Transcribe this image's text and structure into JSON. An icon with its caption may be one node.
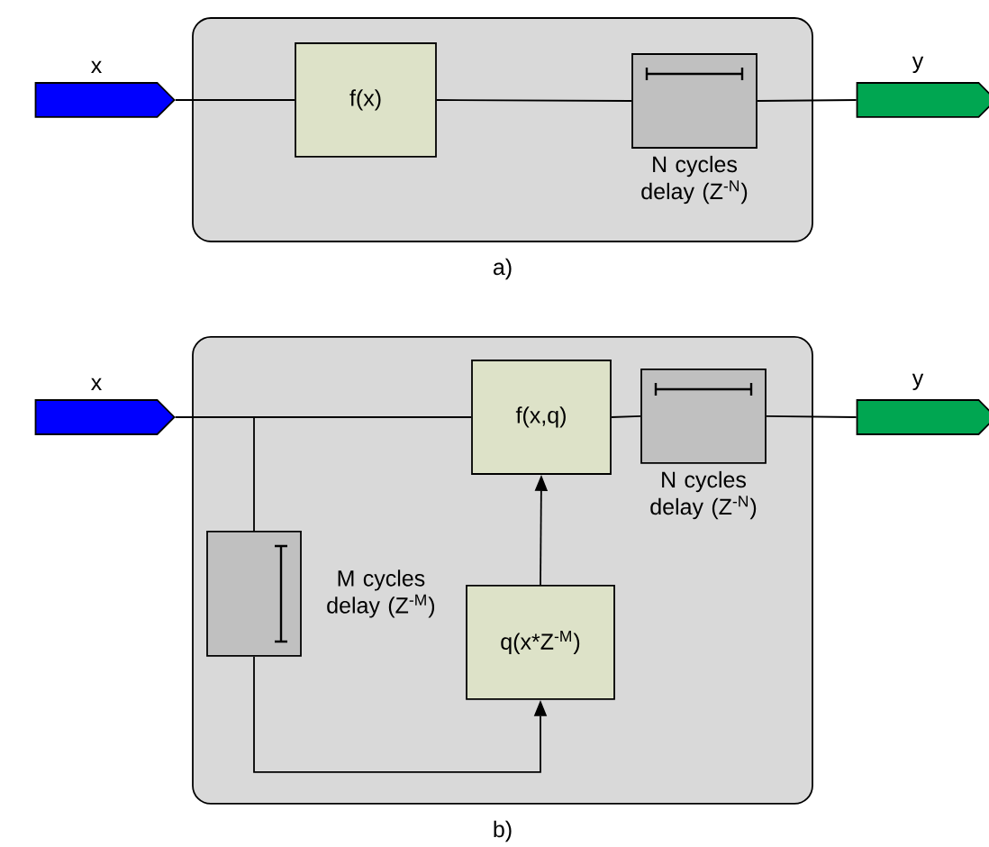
{
  "diagram": {
    "nodes": [
      {
        "text": [],
        "shape": "box",
        "beside": [
          "a)"
        ]
      },
      {
        "text": [
          "x"
        ]
      },
      {
        "text": [
          "f(x)"
        ],
        "in": 0
      },
      {
        "text": [
          "N cycles delay (Z$^{-N}$)"
        ],
        "in": 0
      },
      {
        "text": [
          "y"
        ]
      },
      {
        "text": [],
        "shape": "box",
        "beside": [
          "b)"
        ]
      },
      {
        "text": [
          "x"
        ]
      },
      {
        "text": [
          "f(x,q)"
        ],
        "in": 5
      },
      {
        "text": [
          "N cycles delay (Z$^{-N}$)"
        ],
        "in": 5
      },
      {
        "text": [
          "y"
        ]
      },
      {
        "text": [
          "M cycles delay (Z$^{-M}$)"
        ],
        "in": 5
      },
      {
        "text": [
          "q(x*Z$^{-M}$)"
        ],
        "in": 5
      }
    ],
    "edges": [
      {
        "from": 1,
        "to": 2,
        "arrow": "none"
      },
      {
        "from": 2,
        "to": 3,
        "arrow": "none"
      },
      {
        "from": 3,
        "to": 4,
        "arrow": "none"
      },
      {
        "from": 6,
        "to": 7,
        "arrow": "none"
      },
      {
        "from": 7,
        "to": 8,
        "arrow": "none"
      },
      {
        "from": 8,
        "to": 9,
        "arrow": "none"
      },
      {
        "from": 6,
        "to": 10,
        "arrow": "none"
      },
      {
        "from": 10,
        "to": 11,
        "arrow": "to"
      },
      {
        "from": 11,
        "to": 7,
        "arrow": "to"
      }
    ]
  }
}
